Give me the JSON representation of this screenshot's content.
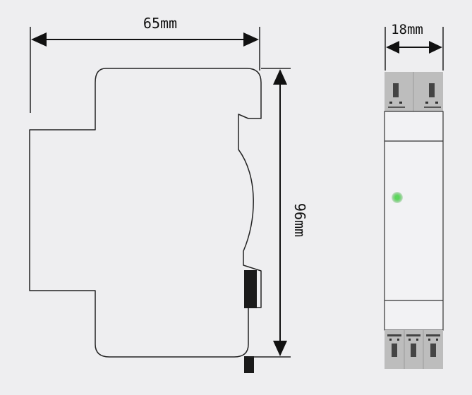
{
  "dimensions": {
    "width_label": "65mm",
    "height_label": "96mm",
    "depth_label": "18mm"
  },
  "colors": {
    "background": "#eeeef0",
    "outline": "#222222",
    "terminal_gray": "#bdbdbd",
    "terminal_dark": "#444444",
    "din_rail": "#1a1a1a",
    "led": "#5cd65c"
  }
}
